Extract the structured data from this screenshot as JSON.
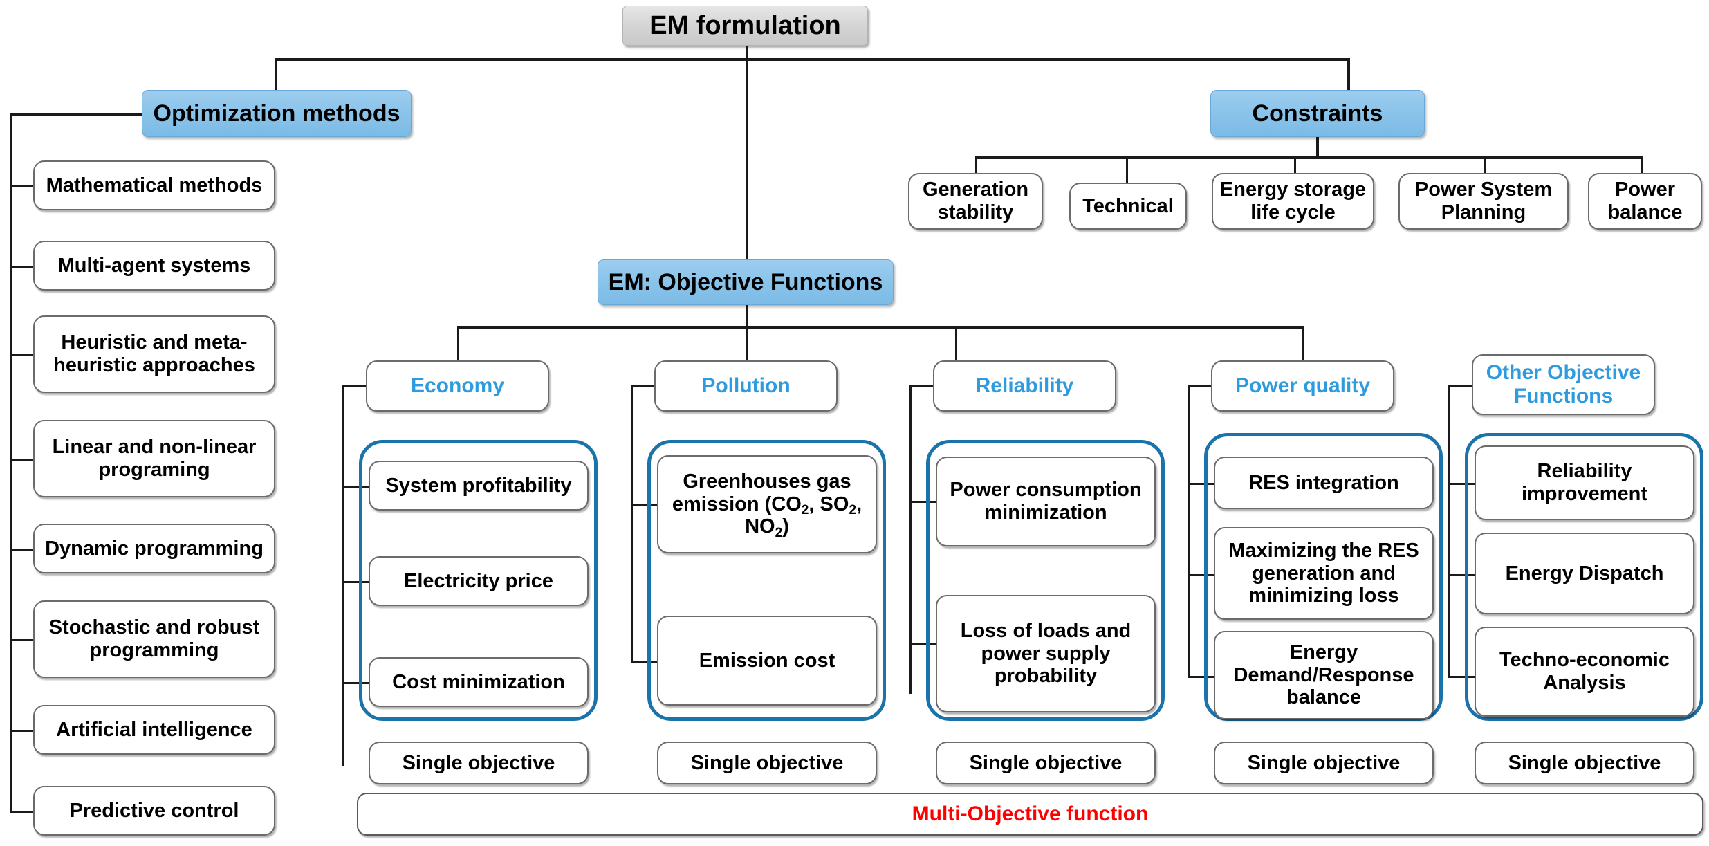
{
  "root": {
    "label": "EM formulation"
  },
  "branches": {
    "optimization": {
      "label": "Optimization methods"
    },
    "constraints": {
      "label": "Constraints"
    },
    "objective_functions": {
      "label": "EM: Objective Functions"
    }
  },
  "optimization_methods": [
    {
      "label": "Mathematical methods"
    },
    {
      "label": "Multi-agent systems"
    },
    {
      "label": "Heuristic and meta-heuristic approaches"
    },
    {
      "label": "Linear and non-linear programing"
    },
    {
      "label": "Dynamic programming"
    },
    {
      "label": "Stochastic and robust programming"
    },
    {
      "label": "Artificial intelligence"
    },
    {
      "label": "Predictive control"
    }
  ],
  "constraints_items": [
    {
      "label": "Generation stability"
    },
    {
      "label": "Technical"
    },
    {
      "label": "Energy storage life cycle"
    },
    {
      "label": "Power System Planning"
    },
    {
      "label": "Power balance"
    }
  ],
  "objective_columns": [
    {
      "header": "Economy",
      "items": [
        {
          "label": "System profitability"
        },
        {
          "label": "Electricity price"
        },
        {
          "label": "Cost minimization"
        }
      ],
      "footer": "Single objective"
    },
    {
      "header": "Pollution",
      "items": [
        {
          "label_html": "Greenhouses gas emission (CO<sub>2</sub>, SO<sub>2</sub>, NO<sub>2</sub>)",
          "label": "Greenhouses gas emission (CO2, SO2, NO2)"
        },
        {
          "label": "Emission cost"
        }
      ],
      "footer": "Single objective"
    },
    {
      "header": "Reliability",
      "items": [
        {
          "label": "Power consumption minimization"
        },
        {
          "label": "Loss of loads and power supply probability"
        }
      ],
      "footer": "Single objective"
    },
    {
      "header": "Power quality",
      "items": [
        {
          "label": "RES integration"
        },
        {
          "label": "Maximizing the RES generation and minimizing loss"
        },
        {
          "label": "Energy Demand/Response balance"
        }
      ],
      "footer": "Single objective"
    },
    {
      "header": "Other Objective Functions",
      "items": [
        {
          "label": "Reliability improvement"
        },
        {
          "label": "Energy Dispatch"
        },
        {
          "label": "Techno-economic Analysis"
        }
      ],
      "footer": "Single objective"
    }
  ],
  "multi_objective": {
    "label": "Multi-Objective function"
  },
  "colors": {
    "root_fill": "#d3d3d3",
    "blue_fill": "#8cc4ea",
    "category_text": "#2e9bdf",
    "group_outline": "#1b73ab",
    "multi_objective_text": "#ff0000",
    "connector": "#1a1a1a"
  }
}
